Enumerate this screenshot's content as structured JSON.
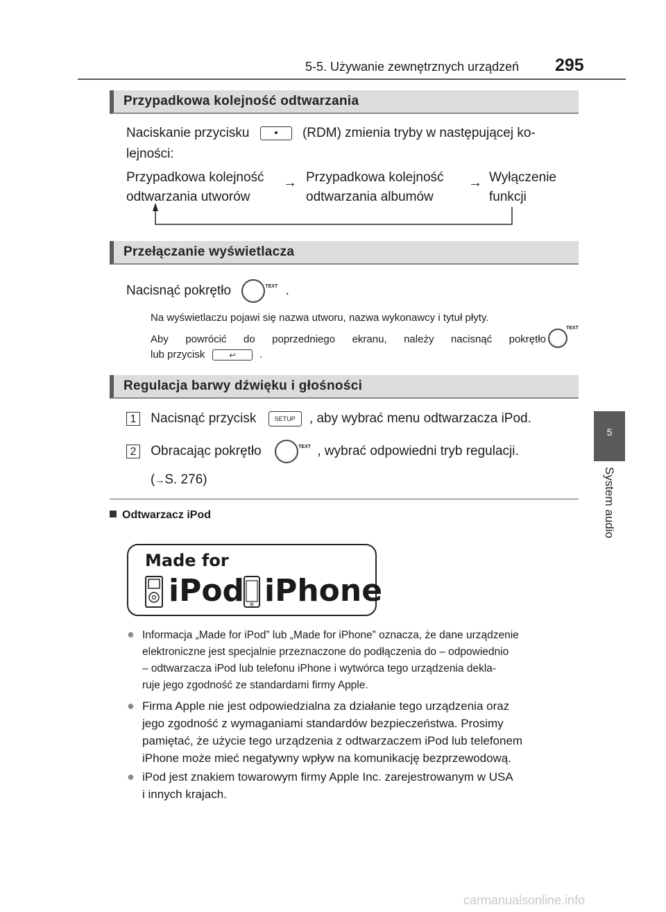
{
  "header": {
    "section": "5-5. Używanie zewnętrznych urządzeń",
    "page_number": "295"
  },
  "side_tab": {
    "chapter_number": "5",
    "chapter_label": "System audio"
  },
  "section1": {
    "title": "Przypadkowa kolejność odtwarzania",
    "intro_before": "Naciskanie przycisku",
    "intro_after": "(RDM) zmienia tryby w następującej ko-",
    "intro_line2": "lejności:",
    "modes": [
      {
        "line1": "Przypadkowa kolejność",
        "line2": "odtwarzania utworów"
      },
      {
        "line1": "Przypadkowa kolejność",
        "line2": "odtwarzania albumów"
      },
      {
        "line1": "Wyłączenie",
        "line2": "funkcji"
      }
    ],
    "arrow": "→"
  },
  "section2": {
    "title": "Przełączanie wyświetlacza",
    "step_before": "Nacisnąć pokrętło",
    "step_after": ".",
    "note1": "Na wyświetlaczu pojawi się nazwa utworu, nazwa wykonawcy i tytuł płyty.",
    "note2_line1": "Aby powrócić do poprzedniego ekranu, należy nacisnąć pokrętło",
    "note2_line2_before": "lub przycisk",
    "note2_line2_after": ".",
    "knob_label": "TEXT"
  },
  "section3": {
    "title": "Regulacja barwy dźwięku i głośności",
    "steps": [
      {
        "num": "1",
        "before": "Nacisnąć przycisk",
        "after": ", aby wybrać menu odtwarzacza iPod."
      },
      {
        "num": "2",
        "before": "Obracając pokrętło",
        "after": ", wybrać odpowiedni tryb regulacji."
      }
    ],
    "ref_open": "(",
    "ref_arrow": "→",
    "ref_text": "S. 276)",
    "setup_label": "SETUP"
  },
  "ipod": {
    "heading": "Odtwarzacz iPod",
    "logo_made_for": "Made for",
    "logo_ipod": "iPod",
    "logo_iphone": "iPhone",
    "bullets": [
      [
        "Informacja „Made for iPod” lub „Made for iPhone” oznacza, że dane urządzenie",
        "elektroniczne jest specjalnie przeznaczone do podłączenia do – odpowiednio",
        "– odtwarzacza iPod lub telefonu iPhone i wytwórca tego urządzenia dekla-",
        "ruje jego zgodność ze standardami firmy Apple."
      ],
      [
        "Firma Apple nie jest odpowiedzialna za działanie tego urządzenia oraz",
        "jego zgodność z wymaganiami standardów bezpieczeństwa. Prosimy",
        "pamiętać, że użycie tego urządzenia z odtwarzaczem iPod lub telefonem",
        "iPhone może mieć negatywny wpływ na komunikację bezprzewodową."
      ],
      [
        "iPod jest znakiem towarowym firmy Apple Inc. zarejestrowanym w USA",
        "i innych krajach."
      ]
    ]
  },
  "watermark": "carmanualsonline.info"
}
